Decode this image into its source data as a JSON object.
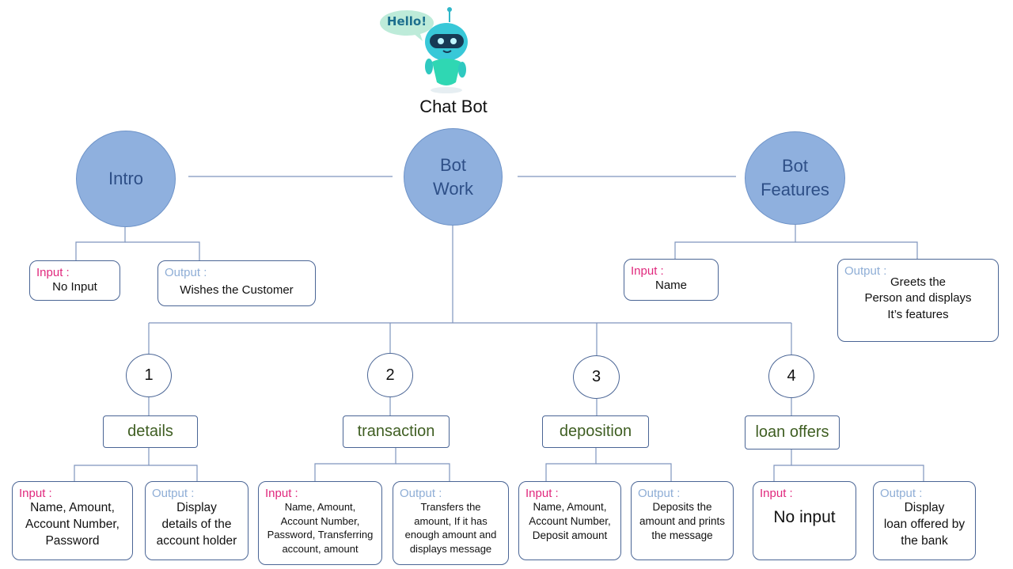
{
  "bot": {
    "bubble": "Hello!",
    "title": "Chat Bot"
  },
  "top_nodes": {
    "intro": "Intro",
    "bot_work": "Bot\nWork",
    "bot_features": "Bot\nFeatures"
  },
  "intro": {
    "input_label": "Input :",
    "input_value": "No Input",
    "output_label": "Output :",
    "output_value": "Wishes the Customer"
  },
  "features": {
    "input_label": "Input :",
    "input_value": "Name",
    "output_label": "Output :",
    "output_value": "Greets the\nPerson and displays\nIt’s features"
  },
  "branches": [
    {
      "number": "1",
      "name": "details",
      "input_label": "Input :",
      "input_value": "Name, Amount,\nAccount Number,\nPassword",
      "output_label": "Output :",
      "output_value": "Display\ndetails of the\naccount holder"
    },
    {
      "number": "2",
      "name": "transaction",
      "input_label": "Input :",
      "input_value": "Name, Amount,\nAccount Number,\nPassword, Transferring\naccount, amount",
      "output_label": "Output :",
      "output_value": "Transfers the\namount, If it has\nenough amount and\ndisplays message"
    },
    {
      "number": "3",
      "name": "deposition",
      "input_label": "Input :",
      "input_value": "Name, Amount,\nAccount Number,\nDeposit amount",
      "output_label": "Output :",
      "output_value": "Deposits the\namount and prints\nthe message"
    },
    {
      "number": "4",
      "name": "loan offers",
      "input_label": "Input :",
      "input_value": "No input",
      "output_label": "Output :",
      "output_value": "Display\nloan offered by\nthe bank"
    }
  ],
  "colors": {
    "node_fill": "#8fb0de",
    "node_text": "#2e4f87",
    "connector": "#7f95bd",
    "input_label": "#e0287d",
    "output_label": "#8faed6",
    "category_text": "#3f5e22"
  }
}
